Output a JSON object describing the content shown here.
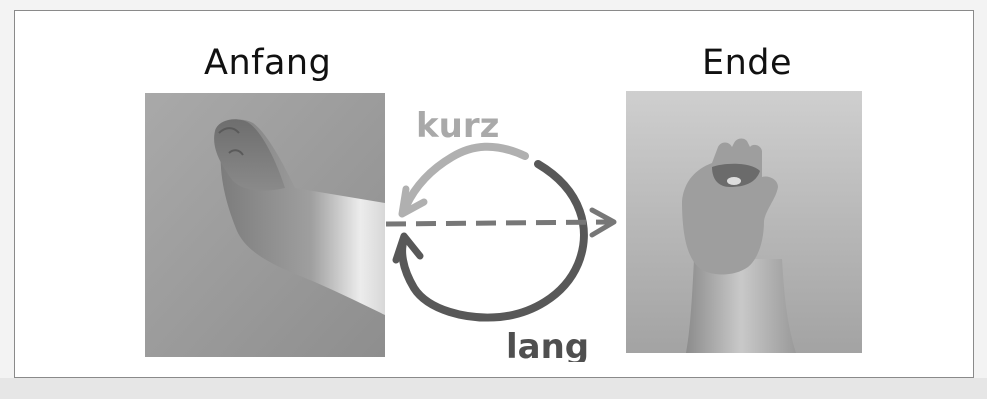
{
  "labels": {
    "start": "Anfang",
    "end": "Ende",
    "short_path": "kurz",
    "long_path": "lang"
  },
  "colors": {
    "short_arrow": "#b0b0b0",
    "long_arrow": "#585858",
    "dashed_arrow": "#777777",
    "short_label": "#a9a9a9",
    "long_label": "#4f4f4f"
  },
  "images": {
    "start_photo": "bent-wrist-photo",
    "end_photo": "upright-hand-photo"
  }
}
